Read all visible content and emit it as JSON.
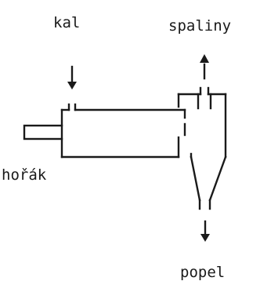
{
  "labels": {
    "kal": "kal",
    "spaliny": "spaliny",
    "horak": "hořák",
    "popel": "popel"
  },
  "colors": {
    "ink": "#1a1a1a",
    "background": "#ffffff"
  }
}
